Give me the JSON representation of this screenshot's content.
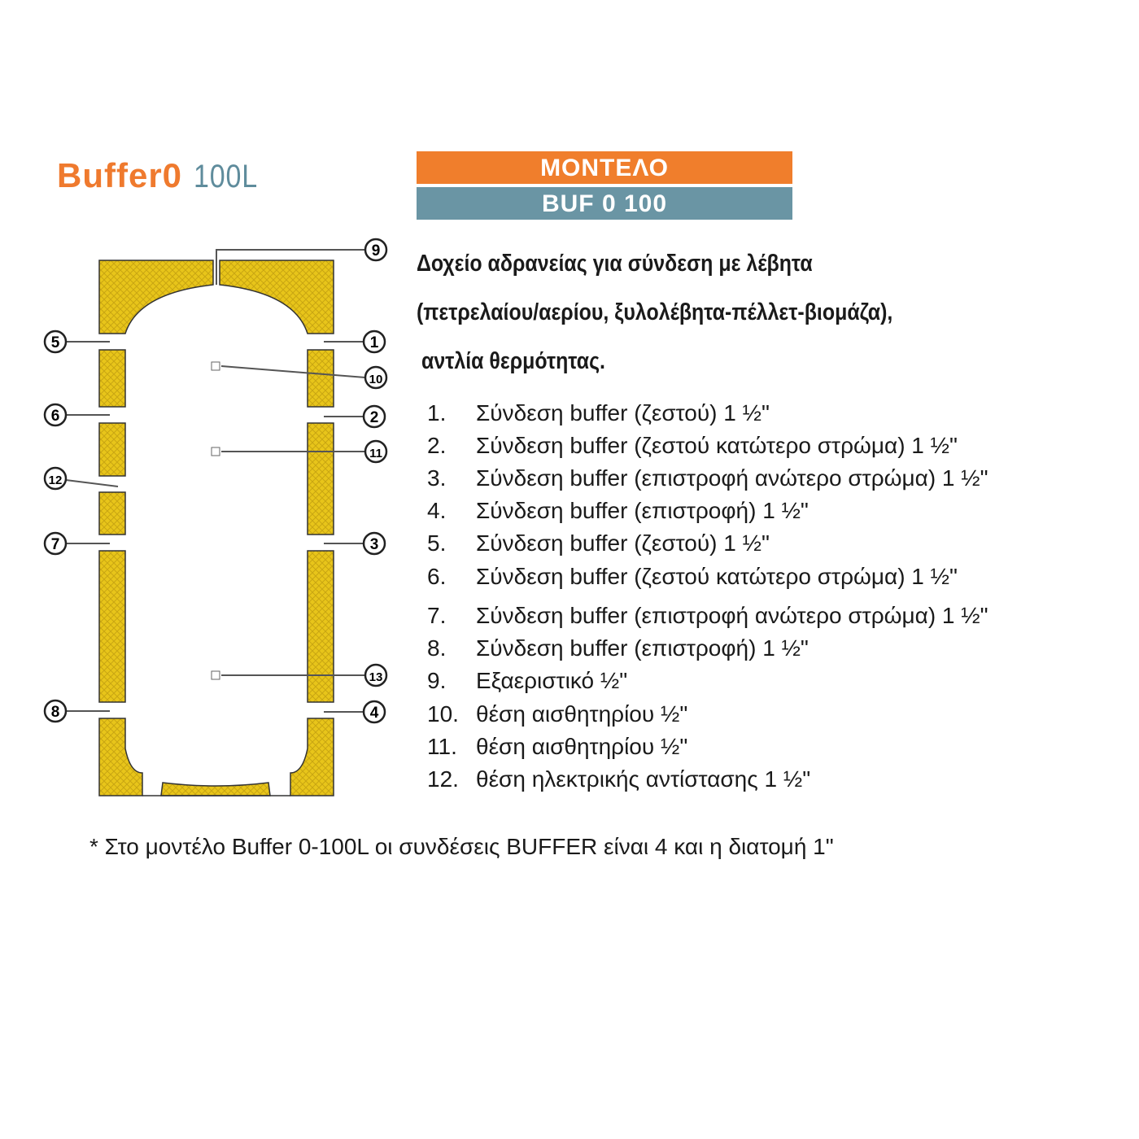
{
  "title": {
    "brand": "Buffer0",
    "size": "100L"
  },
  "model": {
    "header": "ΜΟΝΤΕΛΟ",
    "code": "BUF 0 100"
  },
  "description": [
    "Δοχείο αδρανείας για σύνδεση με λέβητα",
    "(πετρελαίου/αερίου, ξυλολέβητα-πέλλετ-βιομάζα),",
    "αντλία θερμότητας."
  ],
  "items": [
    {
      "num": "1.",
      "text": "Σύνδεση buffer (ζεστού) 1 ½\""
    },
    {
      "num": "2.",
      "text": "Σύνδεση buffer (ζεστού κατώτερο στρώμα) 1 ½\""
    },
    {
      "num": "3.",
      "text": "Σύνδεση buffer (επιστροφή ανώτερο στρώμα) 1 ½\""
    },
    {
      "num": "4.",
      "text": "Σύνδεση buffer (επιστροφή) 1 ½\""
    },
    {
      "num": "5.",
      "text": "Σύνδεση buffer (ζεστού) 1 ½\""
    },
    {
      "num": "6.",
      "text": "Σύνδεση buffer (ζεστού κατώτερο στρώμα) 1 ½\""
    },
    {
      "num": "7.",
      "text": "Σύνδεση buffer (επιστροφή ανώτερο στρώμα) 1 ½\""
    },
    {
      "num": "8.",
      "text": "Σύνδεση buffer (επιστροφή) 1 ½\""
    },
    {
      "num": "9.",
      "text": "Εξαεριστικό ½\""
    },
    {
      "num": "10.",
      "text": "θέση αισθητηρίου ½\""
    },
    {
      "num": "11.",
      "text": "θέση αισθητηρίου ½\""
    },
    {
      "num": "12.",
      "text": "θέση ηλεκτρικής αντίστασης 1 ½\""
    }
  ],
  "diagram_labels": [
    "1",
    "2",
    "3",
    "4",
    "5",
    "6",
    "7",
    "8",
    "9",
    "10",
    "11",
    "12",
    "13"
  ],
  "footnote": "* Στο μοντέλο Buffer 0-100L οι συνδέσεις BUFFER είναι 4 και η διατομή 1\"",
  "colors": {
    "orange": "#f07e2c",
    "teal": "#6a95a4",
    "insulation": "#e8c51a"
  }
}
